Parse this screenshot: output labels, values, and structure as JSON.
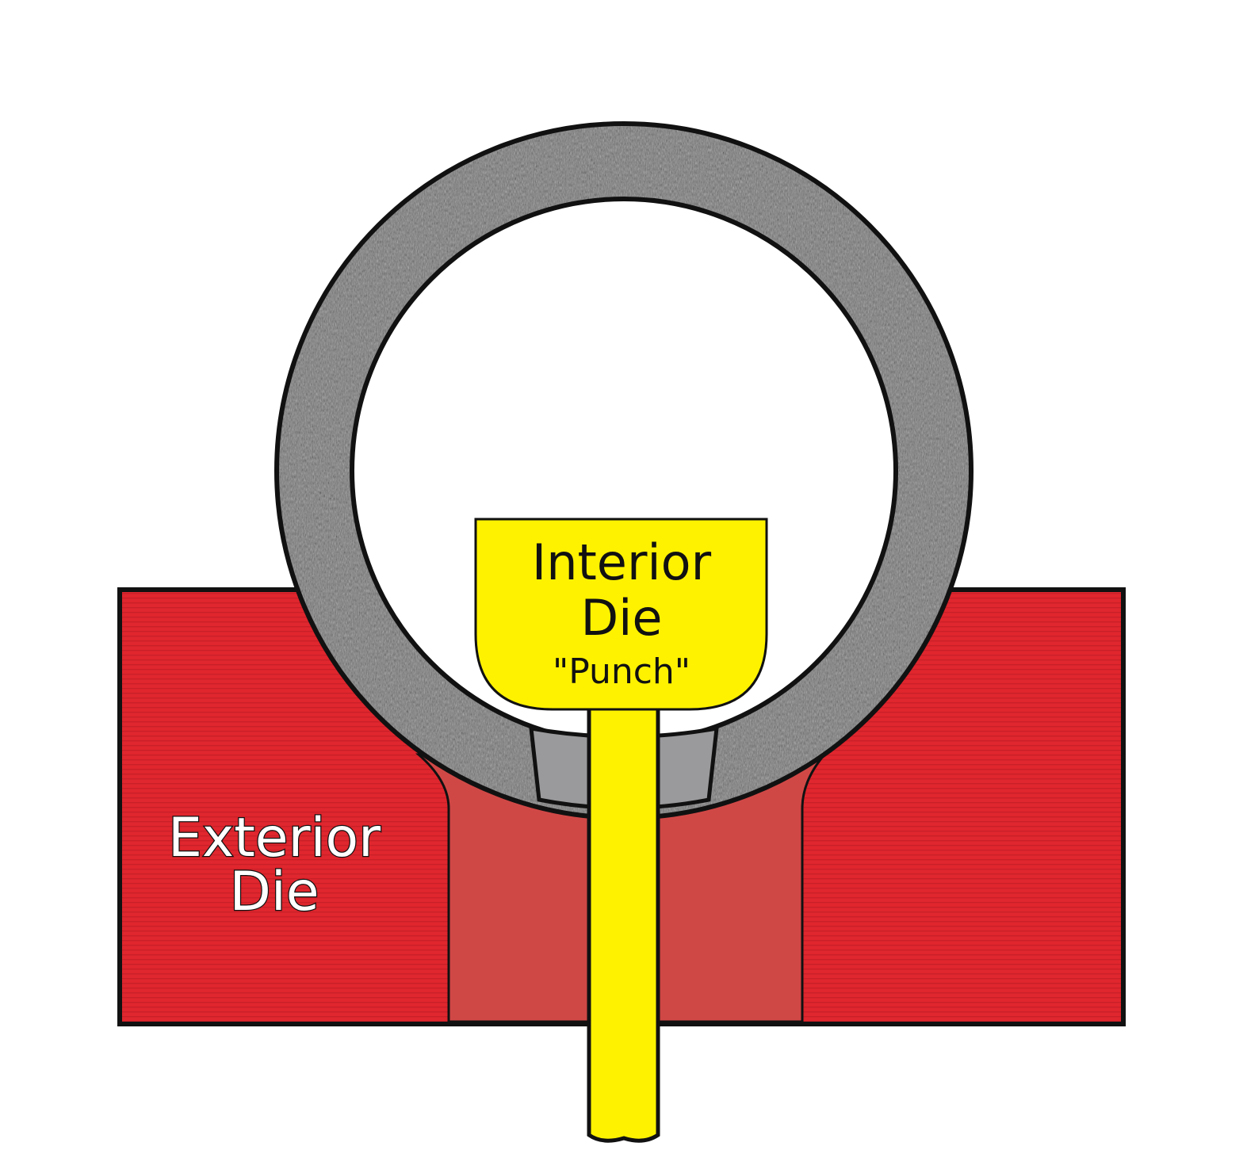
{
  "diagram": {
    "labels": {
      "interior_die_line1": "Interior",
      "interior_die_line2": "Die",
      "punch": "\"Punch\"",
      "exterior_die_line1": "Exterior",
      "exterior_die_line2": "Die"
    },
    "colors": {
      "exterior_die": "#e0262e",
      "die_channel": "#d04846",
      "tube_wall": "#7a7a7a",
      "tube_inner_gap": "#9a9a9c",
      "punch": "#fff200",
      "outline": "#111111",
      "background": "#ffffff"
    }
  }
}
